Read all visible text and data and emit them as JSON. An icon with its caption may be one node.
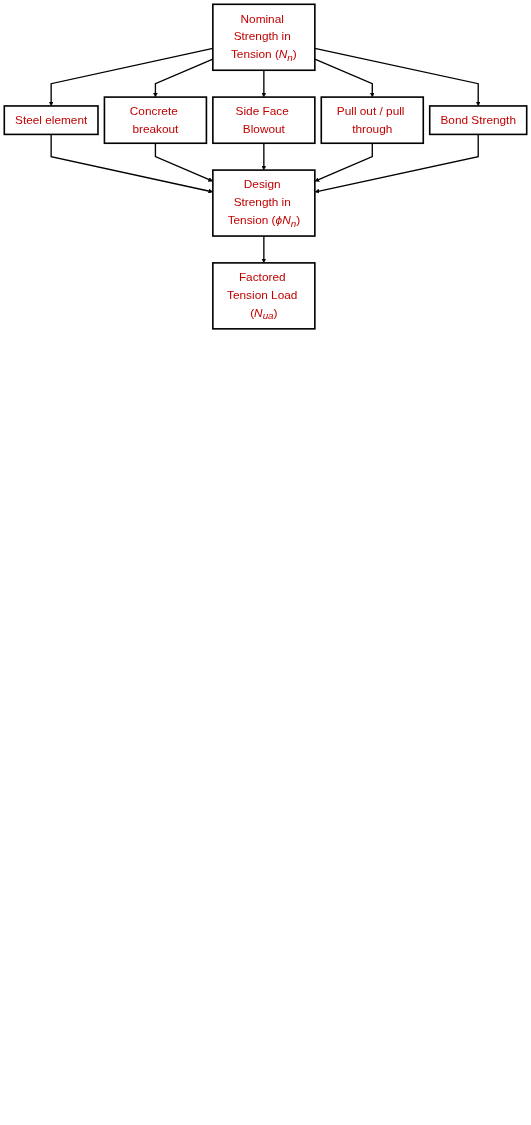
{
  "diagram": {
    "nodes": [
      {
        "text": [
          "Nominal Strength in Tension (*N$_{n}$*)"
        ]
      },
      {
        "text": [
          "Steel element"
        ]
      },
      {
        "text": [
          "Concrete breakout"
        ]
      },
      {
        "text": [
          "Side Face Blowout"
        ]
      },
      {
        "text": [
          "Pull out / pull through"
        ]
      },
      {
        "text": [
          "Bond Strength"
        ]
      },
      {
        "text": [
          "Design Strength in Tension (*ϕN$_{n}$*)"
        ]
      },
      {
        "text": [
          "Factored Tension Load (*N$_{ua}$*)"
        ]
      }
    ],
    "edges": [
      {
        "from": 0,
        "to": 1,
        "arrow": "to"
      },
      {
        "from": 0,
        "to": 2,
        "arrow": "to"
      },
      {
        "from": 0,
        "to": 3,
        "arrow": "to"
      },
      {
        "from": 0,
        "to": 4,
        "arrow": "to"
      },
      {
        "from": 0,
        "to": 5,
        "arrow": "to"
      },
      {
        "from": 1,
        "to": 6,
        "arrow": "to"
      },
      {
        "from": 2,
        "to": 6,
        "arrow": "to"
      },
      {
        "from": 3,
        "to": 6,
        "arrow": "to"
      },
      {
        "from": 4,
        "to": 6,
        "arrow": "to"
      },
      {
        "from": 5,
        "to": 6,
        "arrow": "to"
      },
      {
        "from": 6,
        "to": 7,
        "arrow": "to"
      }
    ]
  }
}
